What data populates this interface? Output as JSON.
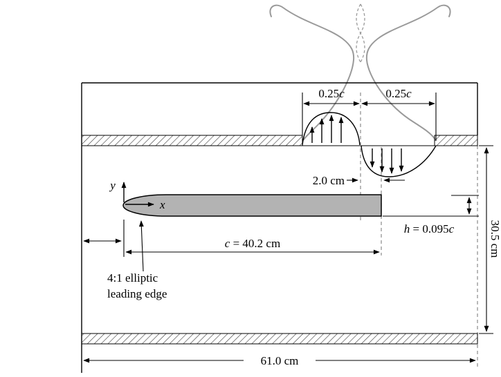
{
  "fig": {
    "labels": {
      "slot_left_num": "0.25",
      "slot_left_var": "c",
      "slot_right_num": "0.25",
      "slot_right_var": "c",
      "gap": "2.0 cm",
      "axis_y": "y",
      "axis_x": "x",
      "chord_var": "c",
      "chord_rest": " = 40.2 cm",
      "thickness_var": "h",
      "thickness_mid": " = 0.095",
      "thickness_var2": "c",
      "leading_edge_line1": "4:1 elliptic",
      "leading_edge_line2": "leading edge",
      "tunnel_height": "30.5 cm",
      "tunnel_width": "61.0 cm"
    },
    "colors": {
      "plate": "#b3b3b3",
      "stream": "#9a9a9a"
    }
  }
}
